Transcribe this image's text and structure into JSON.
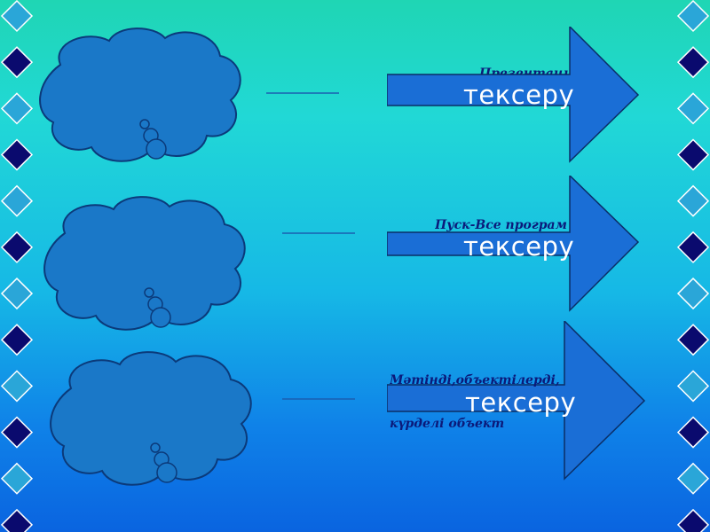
{
  "colors": {
    "cloud_fill": "#1a78c8",
    "cloud_stroke": "#0b3a7a",
    "arrow_fill": "#1a6ed6",
    "arrow_stroke": "#0a2e66",
    "diamond_light": "#2aa6d8",
    "diamond_dark": "#0a0a6e",
    "text_dark": "#0b1a7a"
  },
  "rows": [
    {
      "overlay_text": "Презентаци",
      "button_label": "тексеру"
    },
    {
      "overlay_text": "Пуск-Все програм",
      "button_label": "тексеру"
    },
    {
      "overlay_text": "Мәтінді,объектілерді,",
      "overlay_text_2": "күрделі объект",
      "button_label": "тексеру"
    }
  ]
}
